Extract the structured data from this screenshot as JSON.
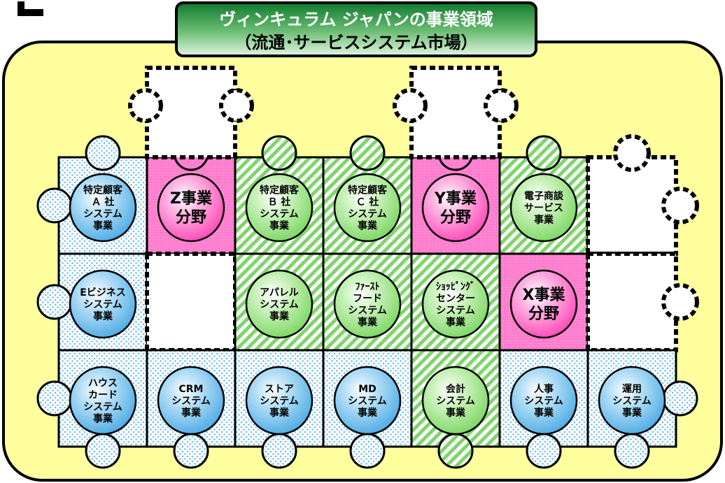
{
  "title": {
    "line1": "ヴィンキュラム ジャパンの事業領域",
    "line2": "（流通･サービスシステム市場）"
  },
  "colors": {
    "board_fill": "#ffff9e",
    "title_gradient_top": "#0f7a2e",
    "title_gradient_bottom": "#d9f0d9",
    "blue_circle": "#5ab4ea",
    "green_circle": "#8fe07a",
    "pink_circle": "#ff62c0",
    "pink_piece": "#ff7fcf",
    "blue_dots": "#73bfe6",
    "green_stripe": "#7ed56a"
  },
  "pieces": {
    "rows": [
      [
        {
          "id": "a-co",
          "style": "dots",
          "circle": "blue",
          "lines": [
            "特定顧客",
            "Ａ 社",
            "システム",
            "事業"
          ]
        },
        {
          "id": "z",
          "style": "pink",
          "circle": "pink",
          "lines": [
            "Z事業",
            "分野"
          ],
          "large": true
        },
        {
          "id": "b-co",
          "style": "stripes",
          "circle": "green",
          "lines": [
            "特定顧客",
            "Ｂ 社",
            "システム",
            "事業"
          ]
        },
        {
          "id": "c-co",
          "style": "stripes",
          "circle": "green",
          "lines": [
            "特定顧客",
            "Ｃ 社",
            "システム",
            "事業"
          ]
        },
        {
          "id": "y",
          "style": "pink",
          "circle": "pink",
          "lines": [
            "Y事業",
            "分野"
          ],
          "large": true
        },
        {
          "id": "ecom",
          "style": "stripes",
          "circle": "green",
          "lines": [
            "電子商談",
            "サービス",
            "事業"
          ]
        },
        {
          "id": "empty-1",
          "style": "empty",
          "circle": null,
          "lines": []
        }
      ],
      [
        {
          "id": "ebiz",
          "style": "dots",
          "circle": "blue",
          "lines": [
            "Eビジネス",
            "システム",
            "事業"
          ]
        },
        {
          "id": "empty-2",
          "style": "empty",
          "circle": null,
          "lines": []
        },
        {
          "id": "apparel",
          "style": "stripes",
          "circle": "green",
          "lines": [
            "アパレル",
            "システム",
            "事業"
          ]
        },
        {
          "id": "fastfood",
          "style": "stripes",
          "circle": "green",
          "lines": [
            "ﾌｧｰｽﾄ",
            "フード",
            "システム",
            "事業"
          ]
        },
        {
          "id": "shopping",
          "style": "stripes",
          "circle": "green",
          "lines": [
            "ｼｮｯﾋﾟﾝｸﾞ",
            "センター",
            "システム",
            "事業"
          ]
        },
        {
          "id": "x",
          "style": "pink",
          "circle": "pink",
          "lines": [
            "X事業",
            "分野"
          ],
          "large": true
        },
        {
          "id": "empty-3",
          "style": "empty",
          "circle": null,
          "lines": []
        }
      ],
      [
        {
          "id": "house",
          "style": "dots",
          "circle": "blue",
          "lines": [
            "ハウス",
            "カード",
            "システム",
            "事業"
          ]
        },
        {
          "id": "crm",
          "style": "dots",
          "circle": "blue",
          "lines": [
            "CRM",
            "システム",
            "事業"
          ]
        },
        {
          "id": "store",
          "style": "dots",
          "circle": "blue",
          "lines": [
            "ストア",
            "システム",
            "事業"
          ]
        },
        {
          "id": "md",
          "style": "dots",
          "circle": "blue",
          "lines": [
            "MD",
            "システム",
            "事業"
          ]
        },
        {
          "id": "account",
          "style": "stripes",
          "circle": "green",
          "lines": [
            "会計",
            "システム",
            "事業"
          ]
        },
        {
          "id": "hr",
          "style": "dots",
          "circle": "blue",
          "lines": [
            "人事",
            "システム",
            "事業"
          ]
        },
        {
          "id": "ops",
          "style": "dots",
          "circle": "blue",
          "lines": [
            "運用",
            "システム",
            "事業"
          ]
        }
      ]
    ],
    "top_empty_pieces": 2
  }
}
